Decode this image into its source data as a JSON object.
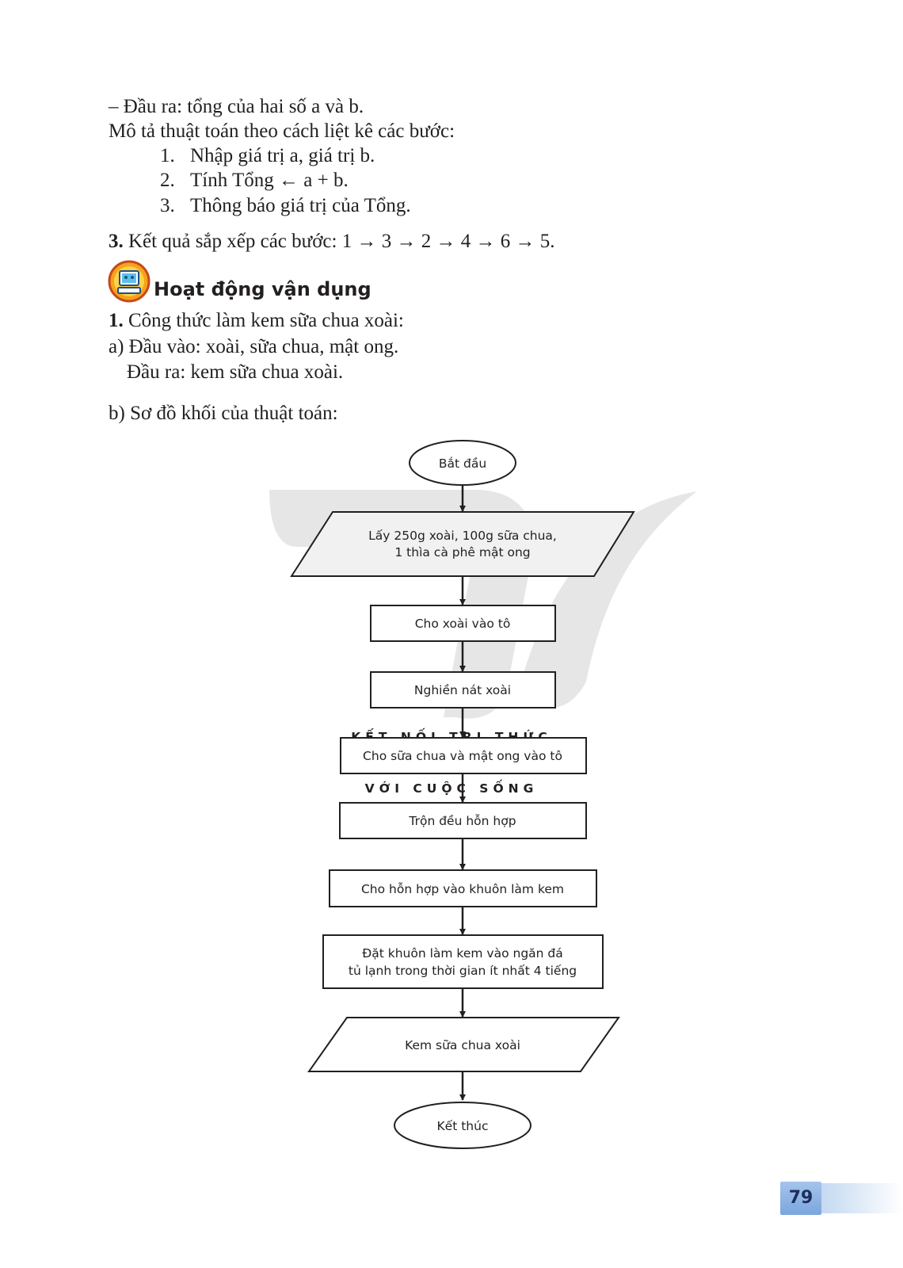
{
  "intro": {
    "output_line": "– Đầu ra: tổng của hai số a và b.",
    "describe_line": "Mô tả thuật toán theo cách liệt kê các bước:",
    "steps": [
      {
        "num": "1.",
        "text": "Nhập giá trị a, giá trị b."
      },
      {
        "num": "2.",
        "text": "Tính Tổng ← a + b."
      },
      {
        "num": "3.",
        "text": "Thông báo giá trị của Tổng."
      }
    ]
  },
  "q3": {
    "num": "3.",
    "text": "Kết quả sắp xếp các bước: 1 → 3 → 2 → 4 → 6 → 5."
  },
  "section": {
    "icon": "computer-mascot-icon",
    "title": "Hoạt động vận dụng"
  },
  "q1": {
    "num": "1.",
    "text": "Công thức làm kem sữa chua xoài:",
    "a_line1": "a) Đầu vào: xoài, sữa chua, mật ong.",
    "a_line2": "Đầu ra: kem sữa chua xoài.",
    "b_line": "b) Sơ đồ khối của thuật toán:"
  },
  "flowchart": {
    "start": "Bắt đầu",
    "input_line1": "Lấy 250g xoài, 100g sữa chua,",
    "input_line2": "1 thìa cà phê mật ong",
    "step1": "Cho xoài vào tô",
    "step2": "Nghiền nát xoài",
    "step3": "Cho sữa chua và mật ong vào tô",
    "step4": "Trộn đều hỗn hợp",
    "step5": "Cho hỗn hợp vào khuôn làm kem",
    "step6_line1": "Đặt khuôn làm kem vào ngăn đá",
    "step6_line2": "tủ lạnh trong thời gian ít nhất 4 tiếng",
    "output": "Kem sữa chua xoài",
    "end": "Kết thúc"
  },
  "watermark": {
    "line1": "KẾT NỐI TRI THỨC",
    "line2": "VỚI CUỘC SỐNG"
  },
  "page_number": "79"
}
